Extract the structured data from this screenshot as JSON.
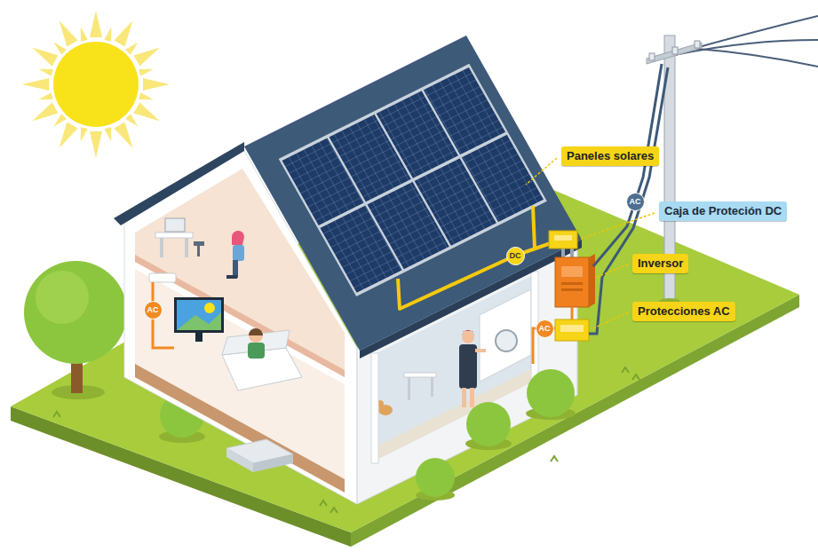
{
  "diagram": {
    "nodes": [
      {
        "text": [
          "Paneles solares"
        ]
      },
      {
        "text": [
          "AC"
        ]
      },
      {
        "text": [
          "Caja de Proteción DC"
        ]
      },
      {
        "text": [
          "DC"
        ]
      },
      {
        "text": [
          "Inversor"
        ]
      },
      {
        "text": [
          "AC"
        ]
      },
      {
        "text": [
          "Protecciones AC"
        ]
      },
      {
        "text": [
          "AC"
        ]
      }
    ]
  }
}
